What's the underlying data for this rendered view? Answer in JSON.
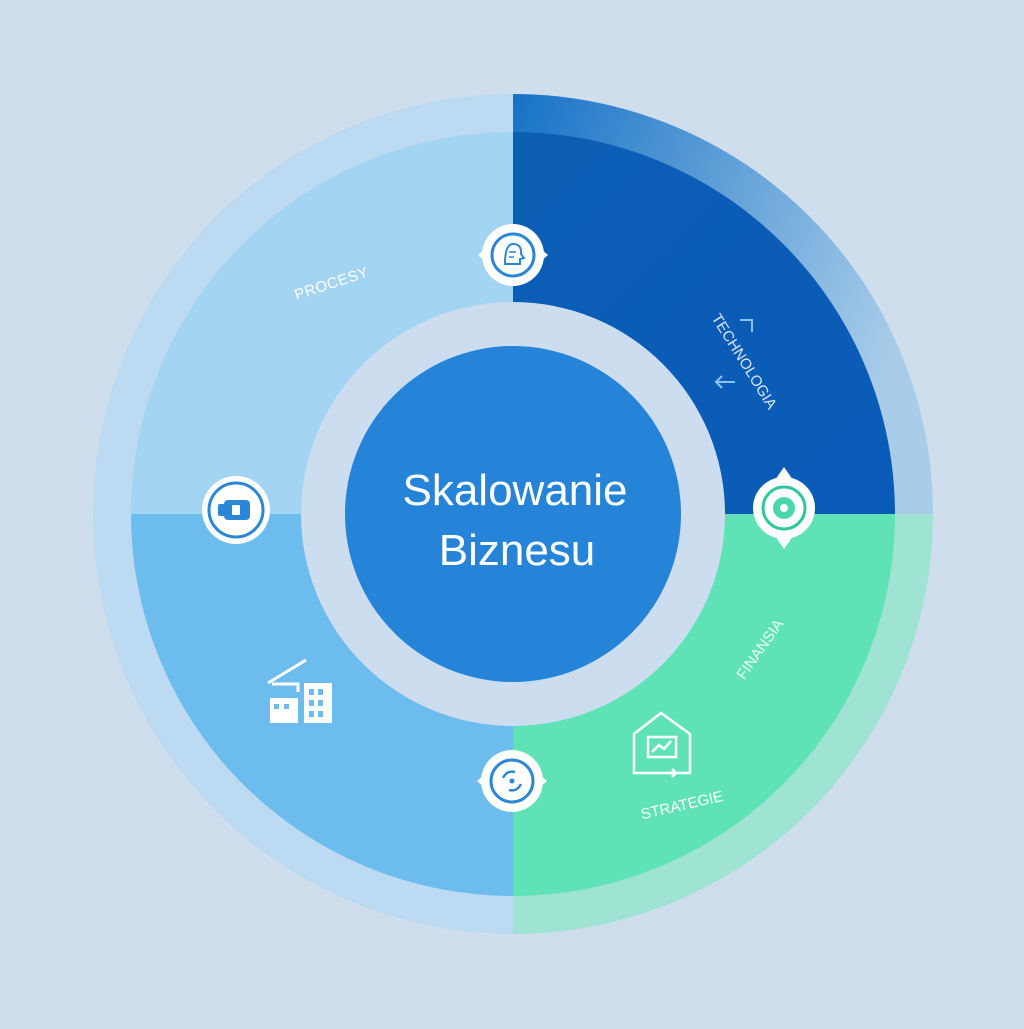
{
  "diagram": {
    "center": {
      "line1": "Skalowanie",
      "line2": "Biznesu"
    },
    "segments": [
      {
        "id": "procesy",
        "label": "PROCESY"
      },
      {
        "id": "technologia",
        "label": "TECHNOLOGIA"
      },
      {
        "id": "finansia",
        "label": "FINANSIA"
      },
      {
        "id": "strategie",
        "label": "STRATEGIE"
      }
    ],
    "icons": [
      "ai-head-icon",
      "gear-icon",
      "sync-icon",
      "camera-icon",
      "factory-icon",
      "house-chart-icon",
      "arrows-icon"
    ]
  },
  "colors": {
    "background": "#cfdeec",
    "procesy": "#a3d4f1",
    "technologia": "#0a63ba",
    "finansia": "#5fe3b6",
    "strategie": "#6dbcee",
    "center": "#2583d8"
  }
}
